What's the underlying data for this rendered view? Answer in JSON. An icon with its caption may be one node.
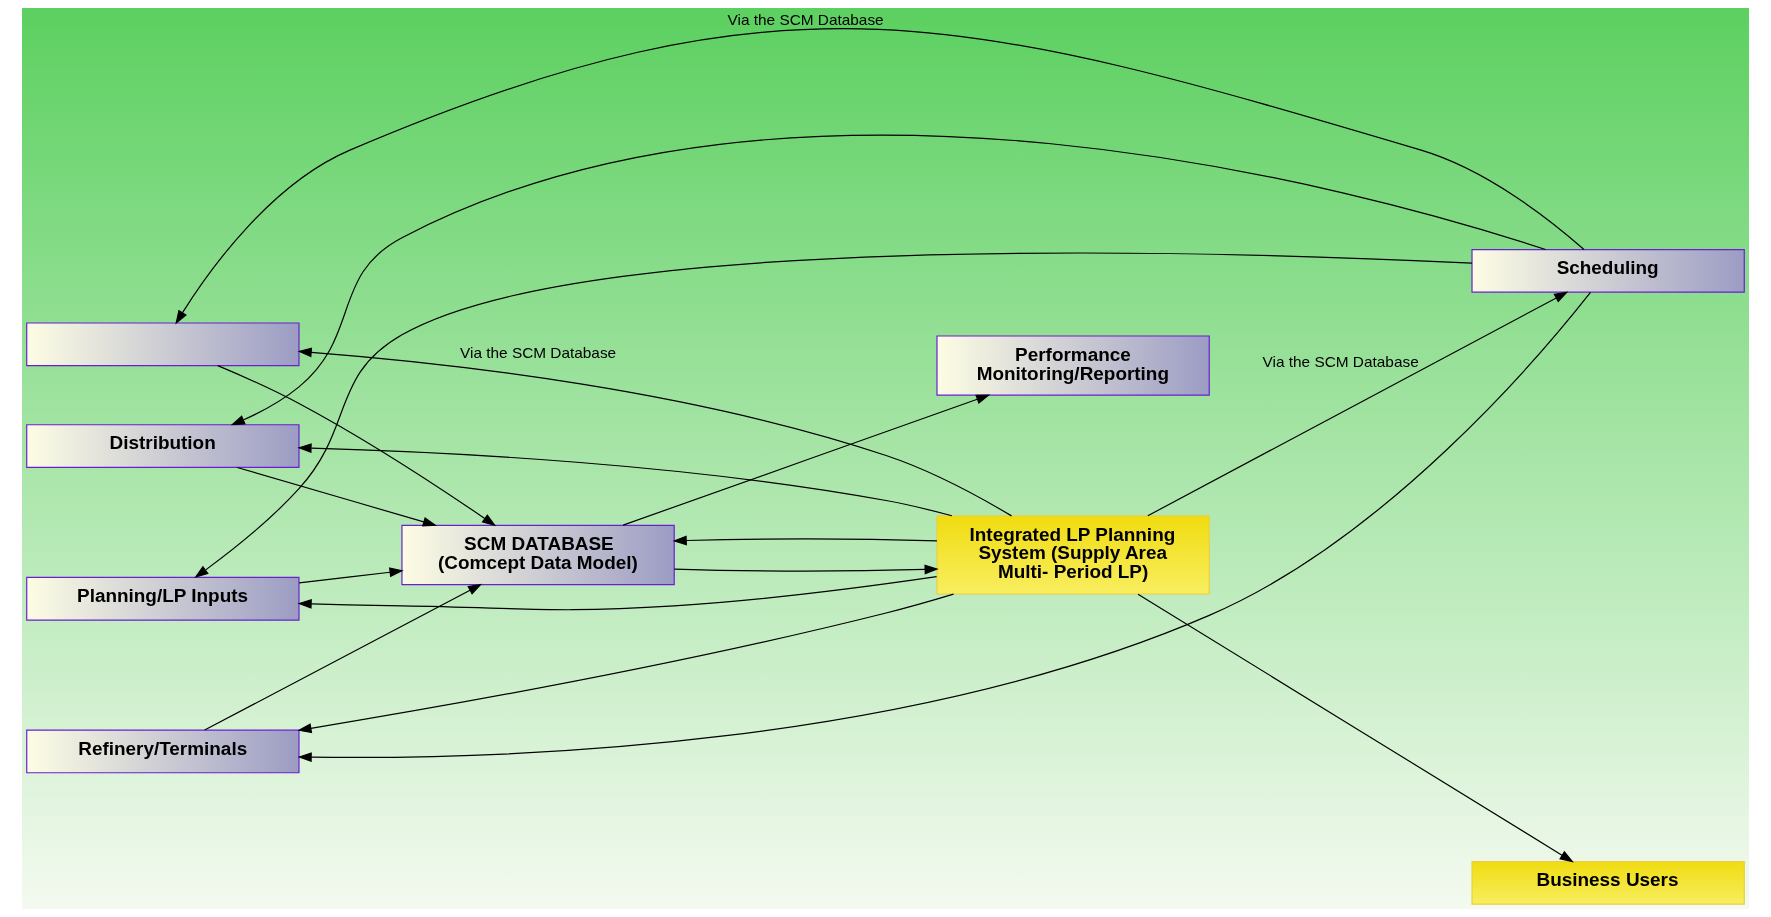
{
  "diagram": {
    "nodes": [
      {
        "text": [],
        "shape": "box"
      },
      {
        "text": [
          "Planning/LP Inputs"
        ]
      },
      {
        "text": [
          "Refinery/Terminals"
        ]
      },
      {
        "text": [
          "Distribution"
        ]
      },
      {
        "text": [
          "SCM DATABASE",
          "(Comcept Data Model)"
        ]
      },
      {
        "text": [
          "Performance Monitoring/Reporting"
        ]
      },
      {
        "text": [
          "Integrated LP Planning System (Supply Area Multi- Period LP)"
        ]
      },
      {
        "text": [
          "Scheduling"
        ]
      },
      {
        "text": [
          "Business Users"
        ]
      }
    ],
    "edges": [
      {
        "from": 0,
        "to": 4,
        "arrow": "to"
      },
      {
        "from": 1,
        "to": 4,
        "arrow": "to"
      },
      {
        "from": 2,
        "to": 4,
        "arrow": "to"
      },
      {
        "from": 3,
        "to": 4,
        "arrow": "to"
      },
      {
        "from": 4,
        "to": 5,
        "arrow": "to"
      },
      {
        "from": 4,
        "to": 6,
        "arrow": "to"
      },
      {
        "from": 6,
        "to": 4,
        "arrow": "to"
      },
      {
        "from": 6,
        "to": 0,
        "arrow": "to",
        "label": "Via the SCM Database"
      },
      {
        "from": 6,
        "to": 1,
        "arrow": "to"
      },
      {
        "from": 6,
        "to": 2,
        "arrow": "to"
      },
      {
        "from": 6,
        "to": 3,
        "arrow": "to"
      },
      {
        "from": 6,
        "to": 7,
        "arrow": "to",
        "label": "Via the SCM Database"
      },
      {
        "from": 6,
        "to": 8,
        "arrow": "to"
      },
      {
        "from": 7,
        "to": 0,
        "arrow": "to",
        "label": "Via the SCM Database"
      },
      {
        "from": 7,
        "to": 1,
        "arrow": "to"
      },
      {
        "from": 7,
        "to": 2,
        "arrow": "to"
      },
      {
        "from": 7,
        "to": 3,
        "arrow": "to"
      }
    ]
  }
}
